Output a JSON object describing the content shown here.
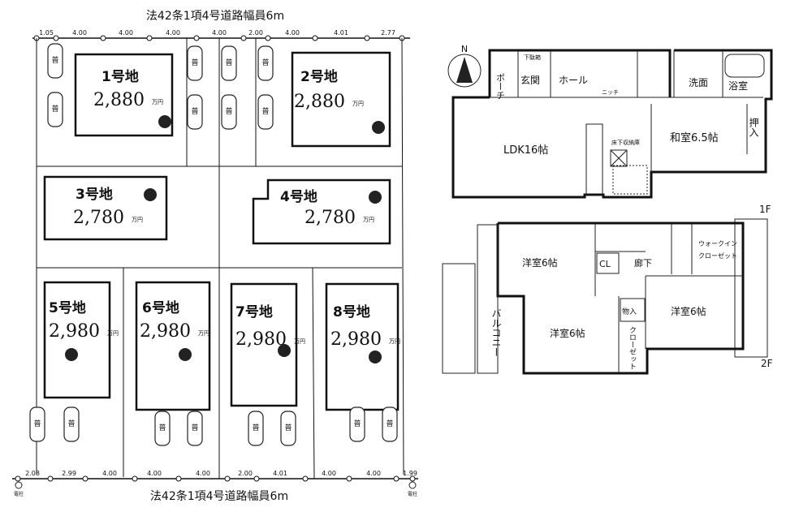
{
  "site_plan": {
    "road_top": "法42条1項4号道路幅員6m",
    "road_bottom": "法42条1項4号道路幅員6m",
    "top_dimensions": [
      "1.05",
      "4.00",
      "4.00",
      "4.00",
      "4.00",
      "2.00",
      "4.00",
      "4.01",
      "2.77"
    ],
    "bottom_dimensions": [
      "2.08",
      "2.99",
      "4.00",
      "4.00",
      "4.00",
      "2.00",
      "4.01",
      "4.00",
      "4.00",
      "1.99"
    ],
    "utility_pole_label": "電柱",
    "car_label": "普",
    "lots": [
      {
        "name": "1号地",
        "price": "2,880",
        "unit": "万円"
      },
      {
        "name": "2号地",
        "price": "2,880",
        "unit": "万円"
      },
      {
        "name": "3号地",
        "price": "2,780",
        "unit": "万円"
      },
      {
        "name": "4号地",
        "price": "2,780",
        "unit": "万円"
      },
      {
        "name": "5号地",
        "price": "2,980",
        "unit": "万円"
      },
      {
        "name": "6号地",
        "price": "2,980",
        "unit": "万円"
      },
      {
        "name": "7号地",
        "price": "2,980",
        "unit": "万円"
      },
      {
        "name": "8号地",
        "price": "2,980",
        "unit": "万円"
      }
    ]
  },
  "floor_plan": {
    "north": "N",
    "floor1": {
      "label": "1F",
      "rooms": [
        "ポーチ",
        "下駄箱",
        "玄関",
        "ホール",
        "ニッチ",
        "洗面",
        "浴室",
        "LDK16帖",
        "床下収納庫",
        "和室6.5帖",
        "押入"
      ]
    },
    "floor2": {
      "label": "2F",
      "rooms": [
        "洋室6帖",
        "CL",
        "廊下",
        "ウォークイン",
        "クローゼット",
        "洋室6帖",
        "物入",
        "洋室6帖",
        "クローゼット",
        "バルコニー"
      ]
    }
  }
}
